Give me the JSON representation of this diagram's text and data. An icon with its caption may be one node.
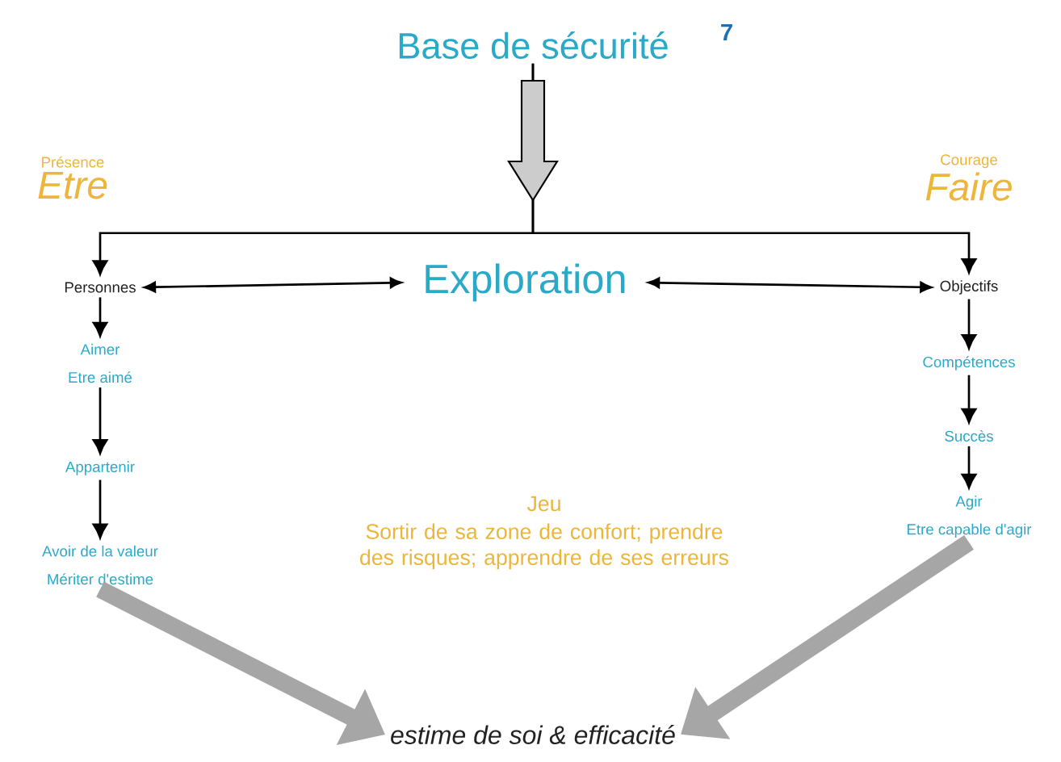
{
  "diagram": {
    "nodes": [
      {
        "text": [
          "Base de sécurité"
        ]
      },
      {
        "text": [
          "Présence",
          "Etre"
        ]
      },
      {
        "text": [
          "Courage",
          "Faire"
        ]
      },
      {
        "text": [
          "Personnes"
        ]
      },
      {
        "text": [
          "Exploration"
        ]
      },
      {
        "text": [
          "Objectifs"
        ]
      },
      {
        "text": [
          "Aimer",
          "Etre aimé"
        ]
      },
      {
        "text": [
          "Appartenir"
        ]
      },
      {
        "text": [
          "Avoir de la valeur",
          "Mériter d'estime"
        ]
      },
      {
        "text": [
          "Compétences"
        ]
      },
      {
        "text": [
          "Succès"
        ]
      },
      {
        "text": [
          "Agir",
          "Etre capable d'agir"
        ]
      },
      {
        "text": [
          "Jeu",
          "Sortir de sa zone de confort; prendre des risques; apprendre de ses erreurs"
        ]
      },
      {
        "text": [
          "estime de soi & efficacité"
        ]
      }
    ],
    "edges": [
      {
        "from": 0,
        "to": 3,
        "arrow": "to"
      },
      {
        "from": 0,
        "to": 5,
        "arrow": "to"
      },
      {
        "from": 4,
        "to": 3,
        "arrow": "both"
      },
      {
        "from": 4,
        "to": 5,
        "arrow": "both"
      },
      {
        "from": 3,
        "to": 6,
        "arrow": "to"
      },
      {
        "from": 6,
        "to": 7,
        "arrow": "to"
      },
      {
        "from": 7,
        "to": 8,
        "arrow": "to"
      },
      {
        "from": 5,
        "to": 9,
        "arrow": "to"
      },
      {
        "from": 9,
        "to": 10,
        "arrow": "to"
      },
      {
        "from": 10,
        "to": 11,
        "arrow": "to"
      },
      {
        "from": 8,
        "to": 13,
        "arrow": "to",
        "style": "thick",
        "color": "#a6a6a6"
      },
      {
        "from": 11,
        "to": 13,
        "arrow": "to",
        "style": "thick",
        "color": "#a6a6a6"
      }
    ],
    "labels": [
      "7"
    ]
  }
}
